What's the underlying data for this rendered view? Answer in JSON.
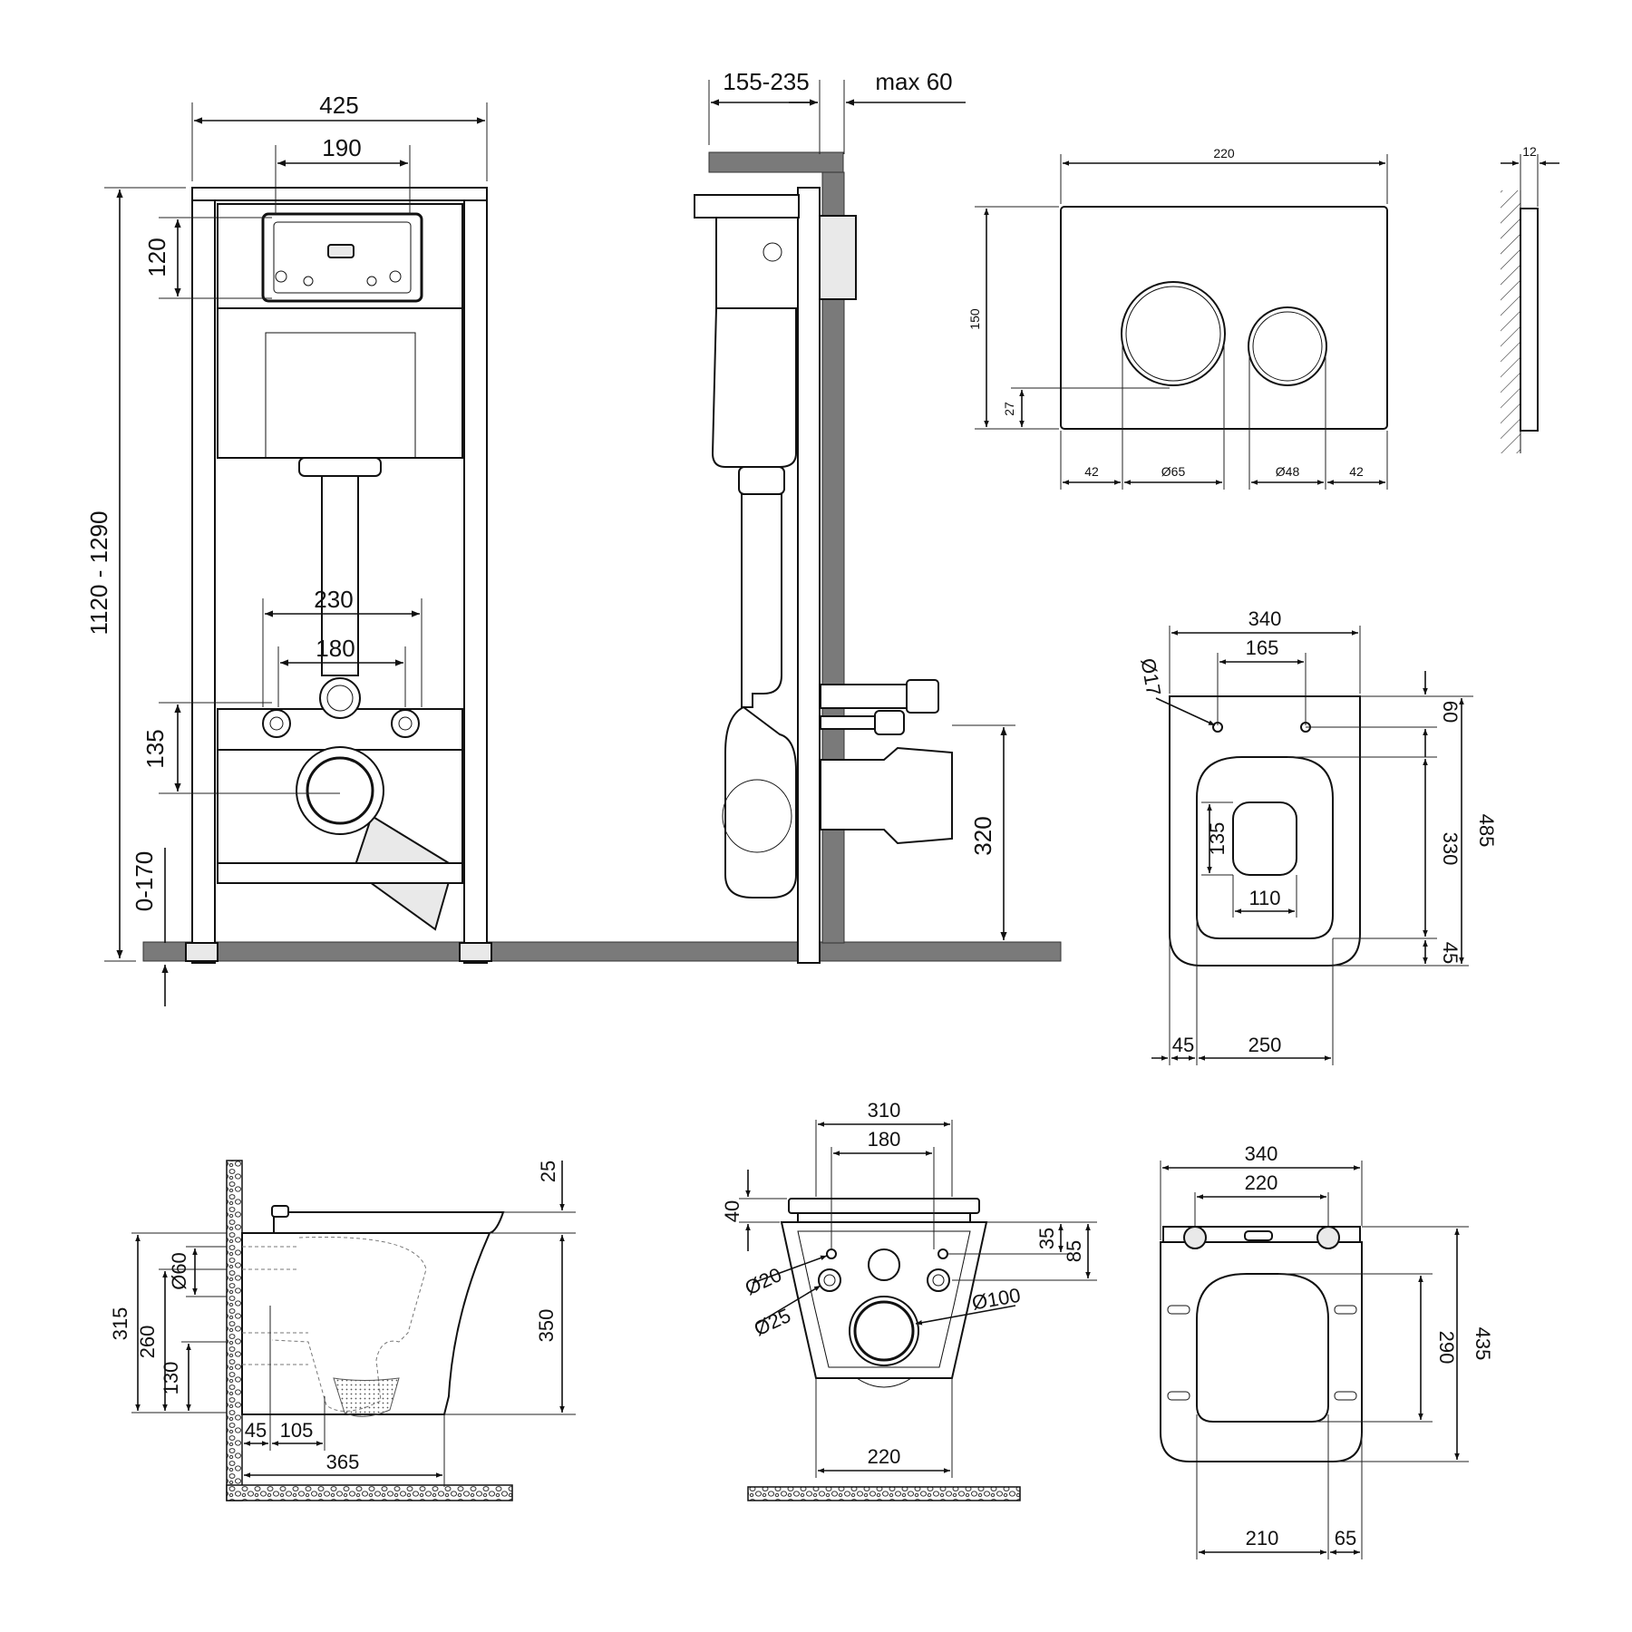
{
  "install_frame_front": {
    "d_width": "425",
    "d_bracket": "190",
    "d_bracket_h": "120",
    "d_height": "1120 - 1290",
    "d_bolts_outer": "230",
    "d_bolts_inner": "180",
    "d_pipe": "135",
    "d_feet": "0-170"
  },
  "install_frame_side": {
    "d_depth": "155-235",
    "d_wall": "max 60",
    "d_outlet_h": "320"
  },
  "flush_plate": {
    "d_width": "220",
    "d_height": "150",
    "d_thickness": "12",
    "d_bottom": "27",
    "d_left": "42",
    "d_big": "Ø65",
    "d_small": "Ø48",
    "d_right": "42"
  },
  "bowl_top": {
    "d_width": "340",
    "d_holes": "165",
    "d_hole_dia": "Ø17",
    "d_top": "60",
    "d_length": "485",
    "d_opening": "330",
    "d_front": "45",
    "d_inner_len": "135",
    "d_inner_w": "110",
    "d_left": "45",
    "d_bowl_w": "250"
  },
  "bowl_side": {
    "d_seat": "25",
    "d_total_h": "315",
    "d_inlet": "Ø60",
    "d_mid": "260",
    "d_low": "130",
    "d_height": "350",
    "d_off1": "45",
    "d_off2": "105",
    "d_length": "365"
  },
  "bowl_rear": {
    "d_width": "310",
    "d_holes": "180",
    "d_top": "40",
    "d_right_small": "35",
    "d_right_big": "85",
    "d_hole1": "Ø20",
    "d_hole2": "Ø25",
    "d_outlet": "Ø100",
    "d_base": "220"
  },
  "seat_top": {
    "d_width": "340",
    "d_hinges": "220",
    "d_length": "435",
    "d_inner": "290",
    "d_front": "210",
    "d_side": "65"
  }
}
